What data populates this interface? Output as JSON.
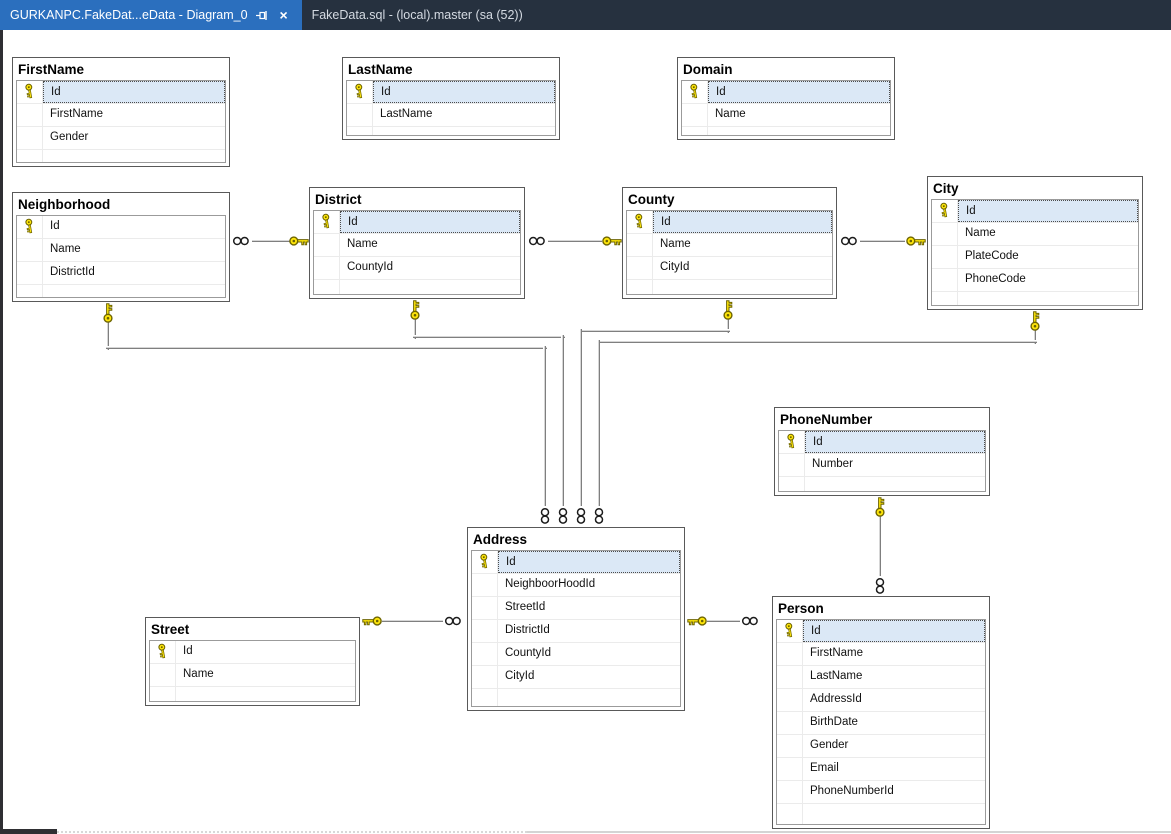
{
  "window": {
    "tabs": [
      {
        "label": "GURKANPC.FakeDat...eData - Diagram_0",
        "active": true,
        "pin_icon": "pin",
        "close_icon": "close"
      },
      {
        "label": "FakeData.sql - (local).master (sa (52))",
        "active": false
      }
    ]
  },
  "colors": {
    "tab_bar_bg": "#26313f",
    "active_tab_bg": "#2b6fbe",
    "active_tab_text": "#ffffff",
    "inactive_tab_text": "#d4dae2",
    "canvas_bg": "#ffffff",
    "table_border": "#595959",
    "body_border": "#9b9b9b",
    "selected_row_bg": "#dbe8f6",
    "key_icon_fill": "#ffe60a",
    "connector_line": "#d6d6d6"
  },
  "diagram": {
    "tables": [
      {
        "title": "FirstName",
        "selected": true,
        "columns": [
          {
            "name": "Id",
            "is_primary_key": true
          },
          {
            "name": "FirstName",
            "is_primary_key": false
          },
          {
            "name": "Gender",
            "is_primary_key": false
          }
        ]
      },
      {
        "title": "LastName",
        "selected": true,
        "columns": [
          {
            "name": "Id",
            "is_primary_key": true
          },
          {
            "name": "LastName",
            "is_primary_key": false
          }
        ]
      },
      {
        "title": "Domain",
        "selected": true,
        "columns": [
          {
            "name": "Id",
            "is_primary_key": true
          },
          {
            "name": "Name",
            "is_primary_key": false
          }
        ]
      },
      {
        "title": "Neighborhood",
        "selected": false,
        "columns": [
          {
            "name": "Id",
            "is_primary_key": true
          },
          {
            "name": "Name",
            "is_primary_key": false
          },
          {
            "name": "DistrictId",
            "is_primary_key": false
          }
        ]
      },
      {
        "title": "District",
        "selected": true,
        "columns": [
          {
            "name": "Id",
            "is_primary_key": true
          },
          {
            "name": "Name",
            "is_primary_key": false
          },
          {
            "name": "CountyId",
            "is_primary_key": false
          }
        ]
      },
      {
        "title": "County",
        "selected": true,
        "columns": [
          {
            "name": "Id",
            "is_primary_key": true
          },
          {
            "name": "Name",
            "is_primary_key": false
          },
          {
            "name": "CityId",
            "is_primary_key": false
          }
        ]
      },
      {
        "title": "City",
        "selected": true,
        "columns": [
          {
            "name": "Id",
            "is_primary_key": true
          },
          {
            "name": "Name",
            "is_primary_key": false
          },
          {
            "name": "PlateCode",
            "is_primary_key": false
          },
          {
            "name": "PhoneCode",
            "is_primary_key": false
          }
        ]
      },
      {
        "title": "PhoneNumber",
        "selected": true,
        "columns": [
          {
            "name": "Id",
            "is_primary_key": true
          },
          {
            "name": "Number",
            "is_primary_key": false
          }
        ]
      },
      {
        "title": "Address",
        "selected": true,
        "columns": [
          {
            "name": "Id",
            "is_primary_key": true
          },
          {
            "name": "NeighboorHoodId",
            "is_primary_key": false
          },
          {
            "name": "StreetId",
            "is_primary_key": false
          },
          {
            "name": "DistrictId",
            "is_primary_key": false
          },
          {
            "name": "CountyId",
            "is_primary_key": false
          },
          {
            "name": "CityId",
            "is_primary_key": false
          }
        ]
      },
      {
        "title": "Street",
        "selected": false,
        "columns": [
          {
            "name": "Id",
            "is_primary_key": true
          },
          {
            "name": "Name",
            "is_primary_key": false
          }
        ]
      },
      {
        "title": "Person",
        "selected": true,
        "columns": [
          {
            "name": "Id",
            "is_primary_key": true
          },
          {
            "name": "FirstName",
            "is_primary_key": false
          },
          {
            "name": "LastName",
            "is_primary_key": false
          },
          {
            "name": "AddressId",
            "is_primary_key": false
          },
          {
            "name": "BirthDate",
            "is_primary_key": false
          },
          {
            "name": "Gender",
            "is_primary_key": false
          },
          {
            "name": "Email",
            "is_primary_key": false
          },
          {
            "name": "PhoneNumberId",
            "is_primary_key": false
          }
        ]
      }
    ],
    "relationships": [
      {
        "many_side": "Neighborhood",
        "one_side": "District"
      },
      {
        "many_side": "District",
        "one_side": "County"
      },
      {
        "many_side": "County",
        "one_side": "City"
      },
      {
        "many_side": "Address",
        "one_side": "Neighborhood"
      },
      {
        "many_side": "Address",
        "one_side": "District"
      },
      {
        "many_side": "Address",
        "one_side": "County"
      },
      {
        "many_side": "Address",
        "one_side": "City"
      },
      {
        "many_side": "Address",
        "one_side": "Street"
      },
      {
        "many_side": "Person",
        "one_side": "Address"
      },
      {
        "many_side": "Person",
        "one_side": "PhoneNumber"
      }
    ]
  }
}
